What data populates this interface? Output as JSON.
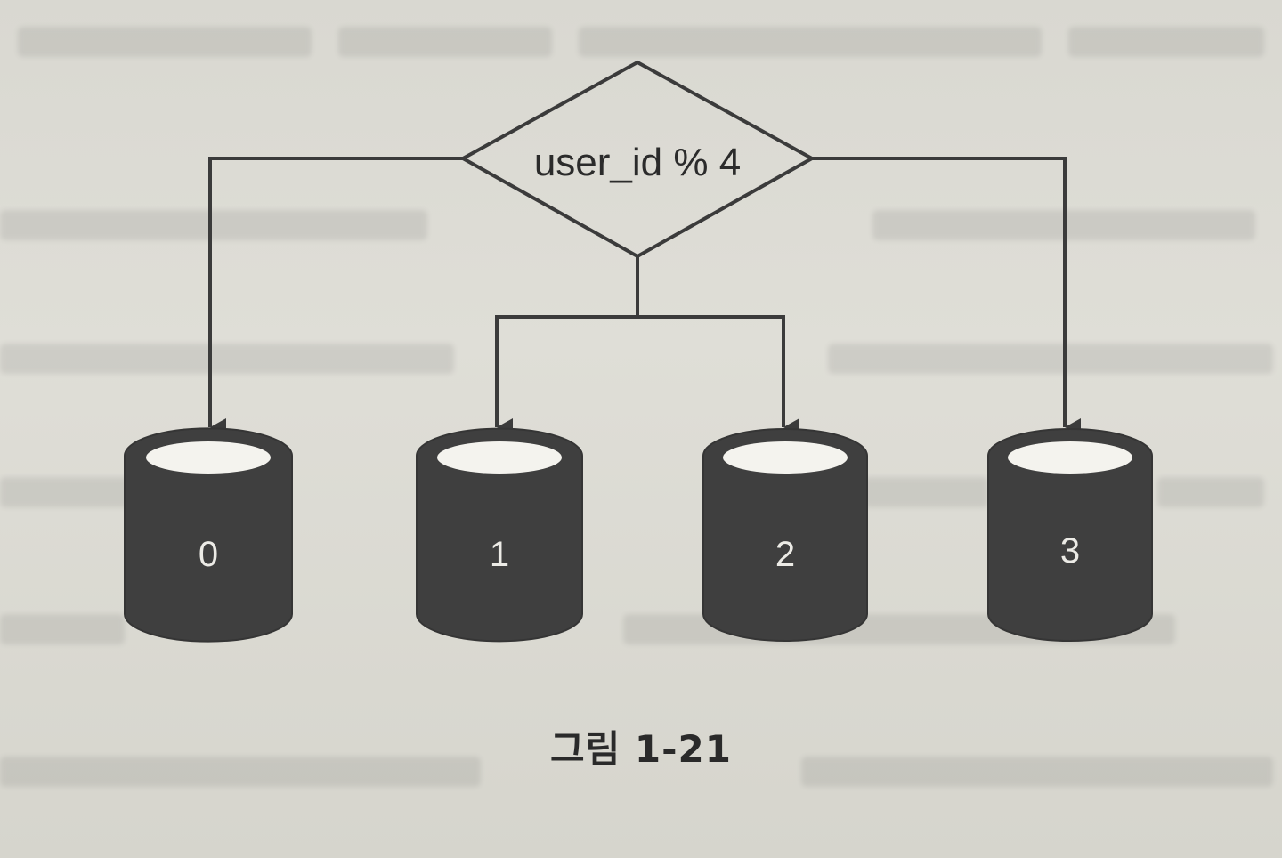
{
  "diagram": {
    "decision_label": "user_id % 4",
    "shards": [
      {
        "label": "0"
      },
      {
        "label": "1"
      },
      {
        "label": "2"
      },
      {
        "label": "3"
      }
    ]
  },
  "caption": "그림 1-21",
  "colors": {
    "paper": "#dcdbd4",
    "ink": "#3b3b3b",
    "shard_body": "#3f3f3f",
    "shard_top": "#f4f3ee"
  }
}
